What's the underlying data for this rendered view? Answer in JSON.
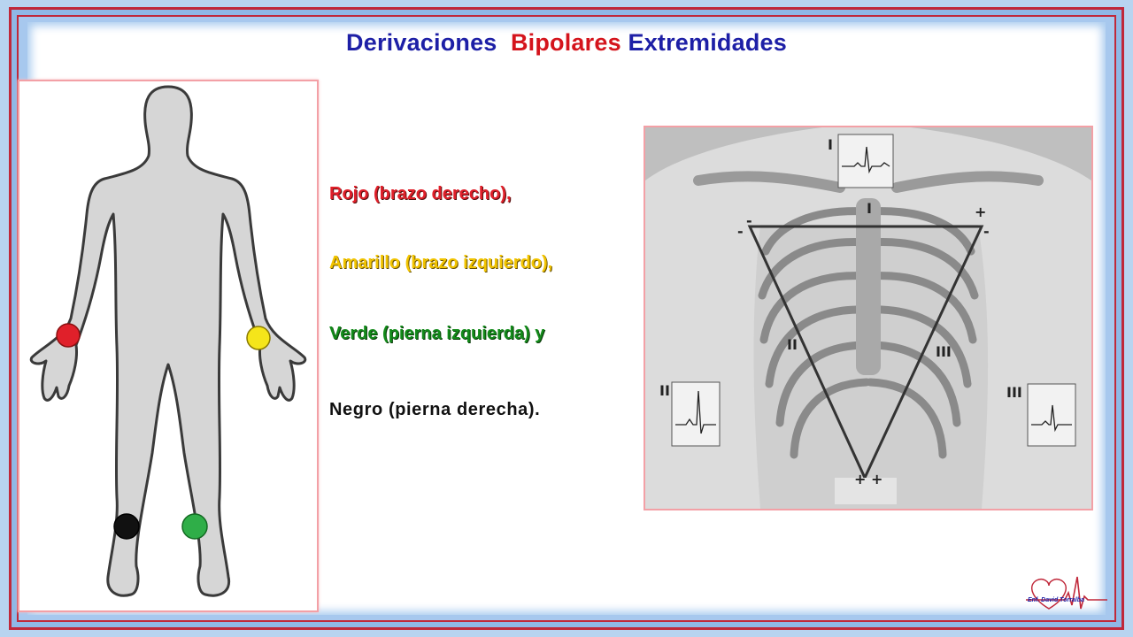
{
  "slide": {
    "title_part1": "Derivaciones",
    "title_part2": "Bipolares",
    "title_part3": "Extremidades"
  },
  "leads_list": [
    {
      "text": "Rojo (brazo derecho),",
      "color": "#e0202a"
    },
    {
      "text": "Amarillo (brazo izquierdo),",
      "color": "#f2c400"
    },
    {
      "text": "Verde (pierna izquierda) y",
      "color": "#138a1a"
    },
    {
      "text": "Negro (pierna derecha).",
      "color": "#111111"
    }
  ],
  "electrodes": [
    {
      "name": "right-arm",
      "color": "#e0202a"
    },
    {
      "name": "left-arm",
      "color": "#f5e51a"
    },
    {
      "name": "right-leg",
      "color": "#111111"
    },
    {
      "name": "left-leg",
      "color": "#2fae48"
    }
  ],
  "chest_diagram": {
    "label_I": "I",
    "label_II": "II",
    "label_III": "III",
    "sign_plus": "+",
    "sign_minus": "-",
    "sign_plus_plus": "+ +"
  },
  "logo": {
    "text": "Enf. David Torralba"
  },
  "colors": {
    "title_blue": "#1d1fa6",
    "title_red": "#d4141c",
    "frame_red": "#c0283a",
    "frame_blue": "#a7c8ee"
  }
}
